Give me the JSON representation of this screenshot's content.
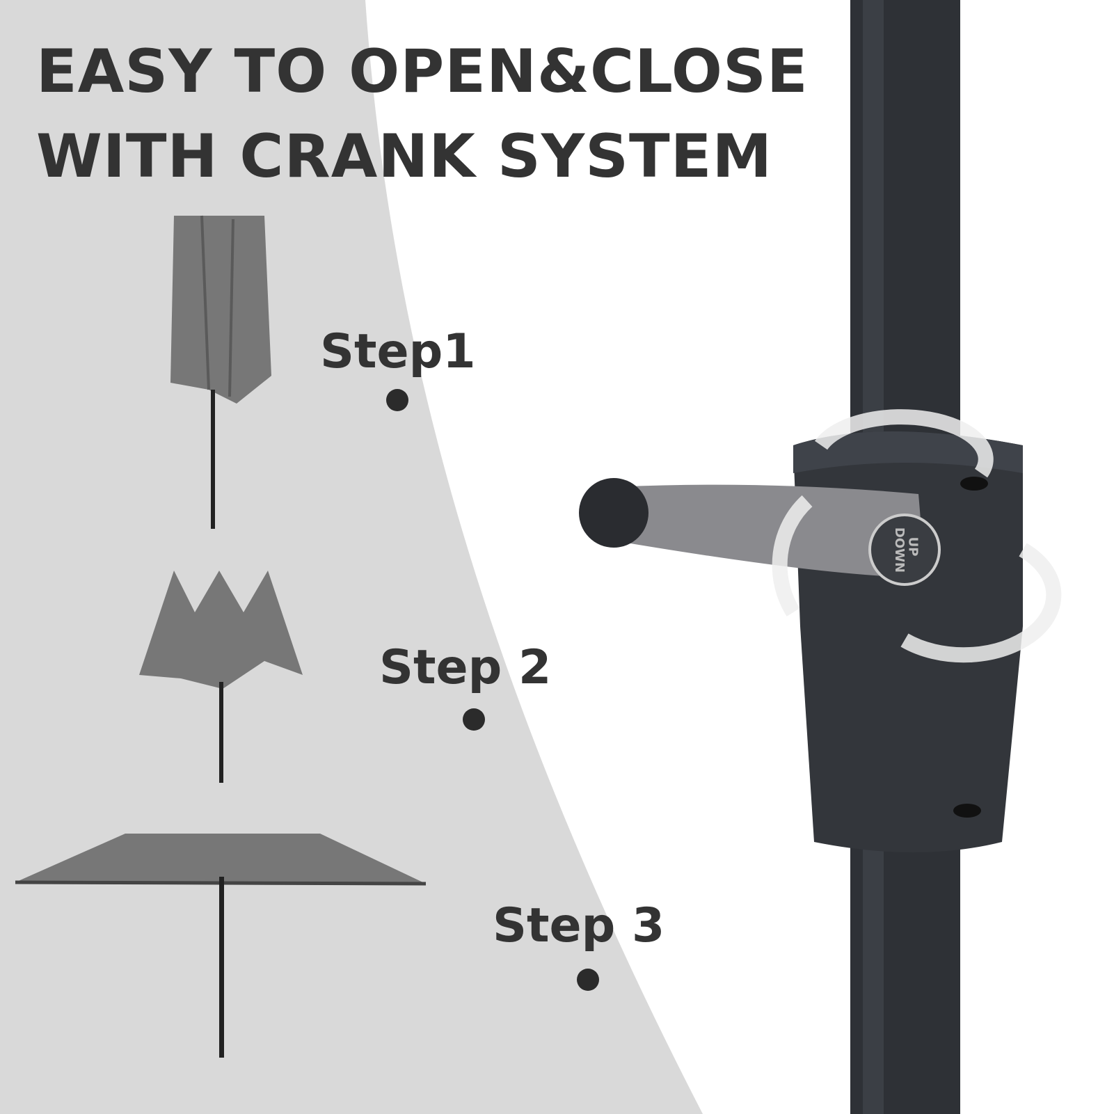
{
  "headline": {
    "line1": "EASY TO OPEN&CLOSE",
    "line2": "WITH CRANK SYSTEM"
  },
  "steps": [
    {
      "label": "Step1"
    },
    {
      "label": "Step 2"
    },
    {
      "label": "Step 3"
    }
  ],
  "crank": {
    "up": "UP",
    "down": "DOWN"
  },
  "colors": {
    "background_left": "#d9d9d9",
    "text": "#333333",
    "pole": "#2e3136",
    "canopy": "#707070"
  }
}
